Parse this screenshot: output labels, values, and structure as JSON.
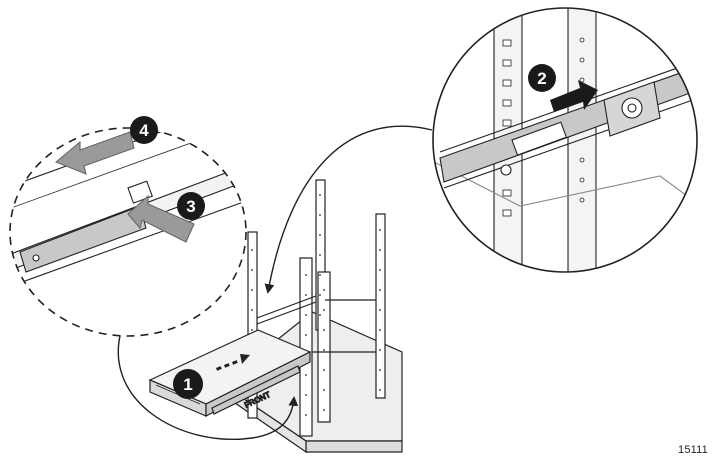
{
  "figure": {
    "callouts": [
      {
        "id": "step-1",
        "label": "1"
      },
      {
        "id": "step-2",
        "label": "2"
      },
      {
        "id": "step-3",
        "label": "3"
      },
      {
        "id": "step-4",
        "label": "4"
      }
    ],
    "rail_label": "FRONT",
    "figure_number": "15111"
  },
  "colors": {
    "line": "#222222",
    "rail_fill": "#c8c8c8",
    "floor_fill": "#eeeeee",
    "arrow_fill": "#9a9a9a",
    "callout_fill": "#1a1a1a"
  }
}
